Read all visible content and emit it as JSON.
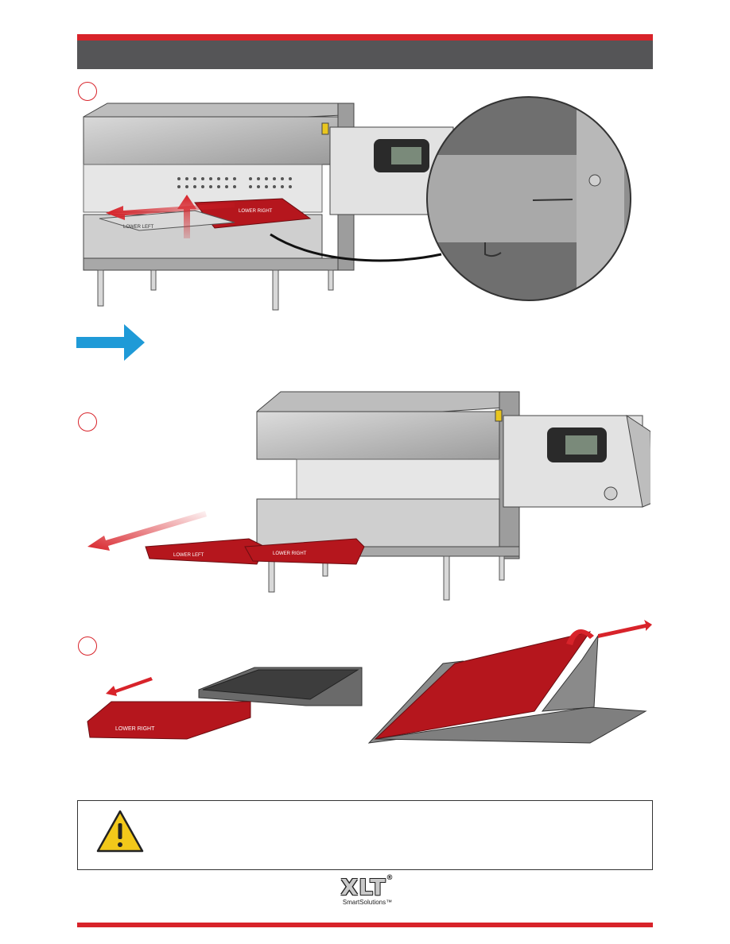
{
  "colors": {
    "accent_red": "#d8232a",
    "header_grey": "#555557",
    "arrow_blue": "#1f9ad7",
    "steel": "#8c8c8c",
    "belt_red": "#b5161d"
  },
  "steps": [
    {
      "label": "",
      "figure": "remove-lower-left-finger-support"
    },
    {
      "label": "",
      "figure": "slide-out-finger-assemblies"
    },
    {
      "label": "",
      "figure": "separate-cover-from-tray"
    }
  ],
  "figure_labels": {
    "oven_tray_left": "LOWER LEFT",
    "oven_tray_right": "LOWER RIGHT",
    "step2_tray_left": "LOWER LEFT",
    "step2_tray_right": "LOWER RIGHT",
    "step3_tray": "LOWER RIGHT"
  },
  "warning": {
    "icon": "warning-triangle-icon",
    "text": ""
  },
  "footer": {
    "logo_text": "XLT",
    "logo_mark": "®",
    "logo_subtext": "SmartSolutions™"
  }
}
